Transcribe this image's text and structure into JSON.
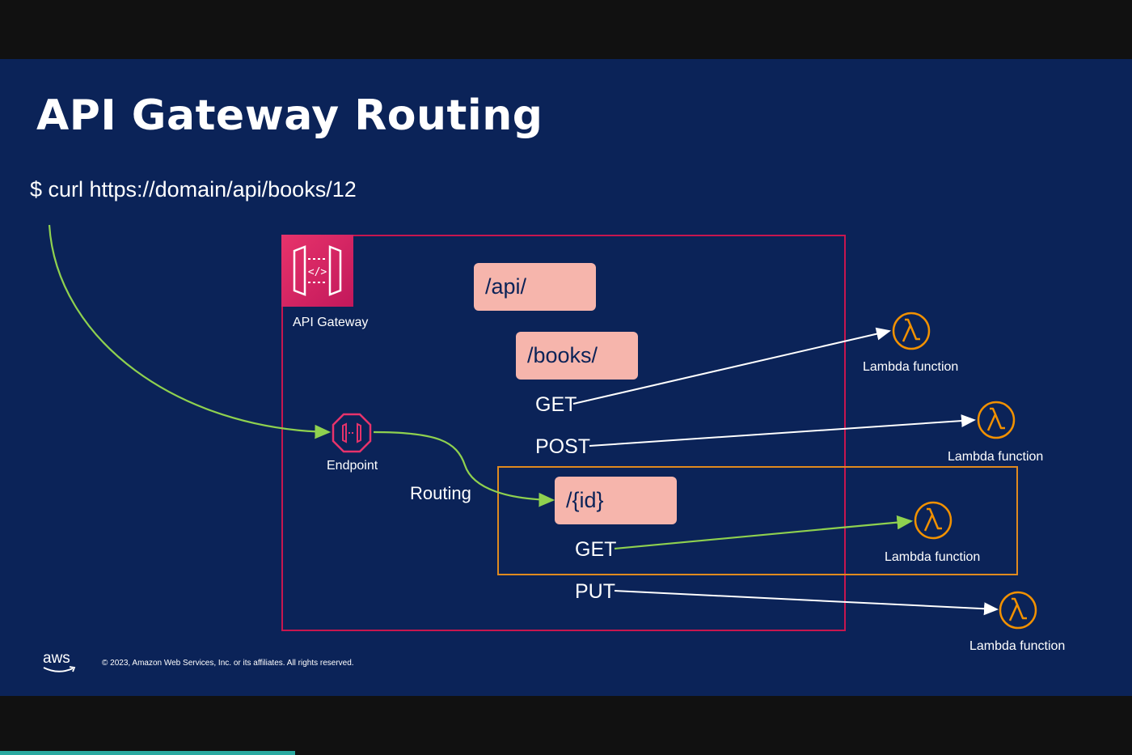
{
  "title": "API Gateway Routing",
  "command": "$ curl https://domain/api/books/12",
  "gateway": {
    "label": "API Gateway",
    "icon": "api-gateway-icon"
  },
  "endpoint": {
    "label": "Endpoint",
    "icon": "endpoint-icon"
  },
  "routing_label": "Routing",
  "resources": {
    "api": "/api/",
    "books": "/books/",
    "id": "/{id}"
  },
  "methods": {
    "books_get": "GET",
    "books_post": "POST",
    "id_get": "GET",
    "id_put": "PUT"
  },
  "lambdas": [
    {
      "label": "Lambda function"
    },
    {
      "label": "Lambda function"
    },
    {
      "label": "Lambda function"
    },
    {
      "label": "Lambda function"
    }
  ],
  "footer": {
    "logo": "aws",
    "copyright": "© 2023, Amazon Web Services, Inc. or its affiliates. All rights reserved."
  },
  "colors": {
    "background": "#0b2358",
    "gateway_border": "#c7164f",
    "id_border": "#e08a1e",
    "resource_fill": "#f6b5ac",
    "request_path": "#8fd14f",
    "lambda": "#f29100"
  }
}
